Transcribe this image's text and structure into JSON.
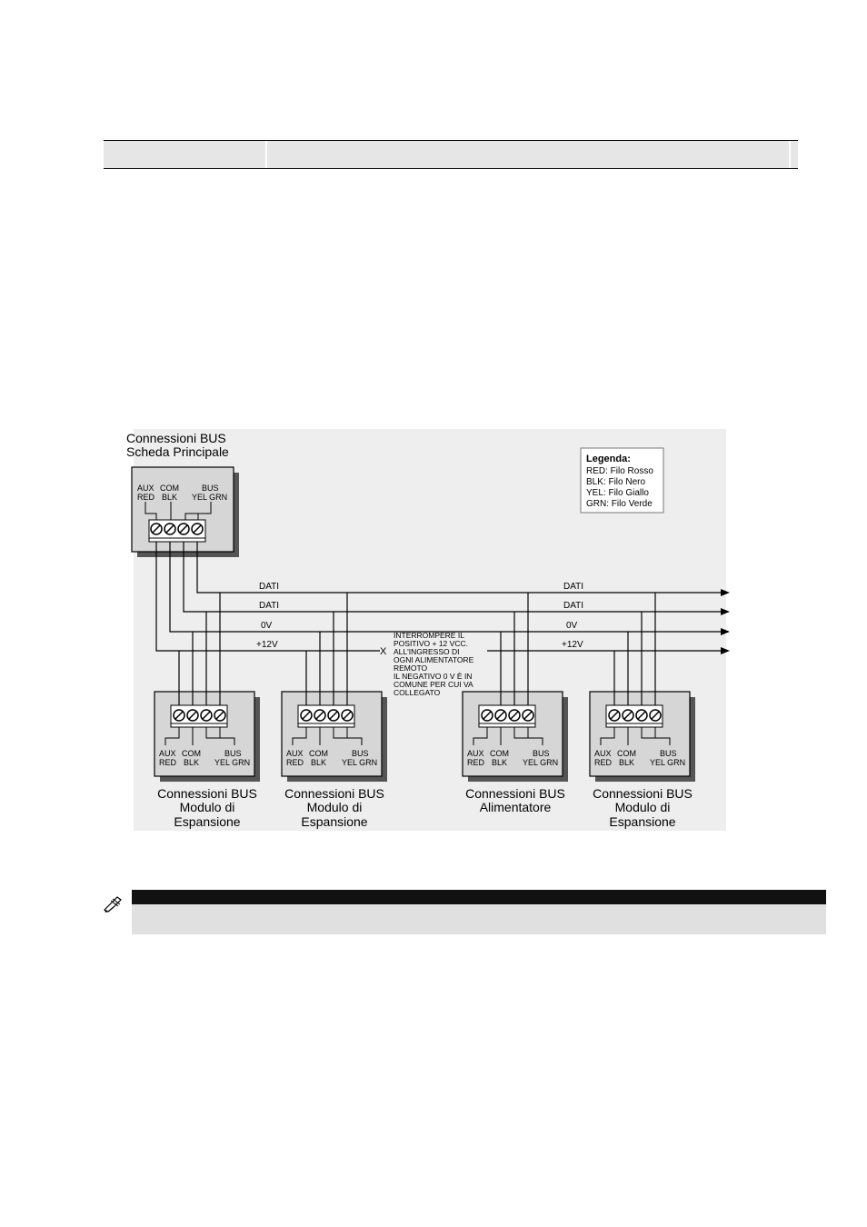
{
  "main_box": {
    "title_line1": "Connessioni BUS",
    "title_line2": "Scheda Principale",
    "top_labels": [
      "AUX",
      "COM",
      "BUS"
    ],
    "bottom_labels": [
      "RED",
      "BLK",
      "YEL GRN"
    ]
  },
  "legend": {
    "title": "Legenda:",
    "items": [
      "RED: Filo Rosso",
      "BLK:  Filo Nero",
      "YEL:  Filo Giallo",
      "GRN: Filo Verde"
    ]
  },
  "bus_lines": {
    "left": [
      "DATI",
      "DATI",
      "0V",
      "+12V"
    ],
    "right": [
      "DATI",
      "DATI",
      "0V",
      "+12V"
    ]
  },
  "break_mark": "X",
  "break_note": [
    "INTERROMPERE IL",
    "POSITIVO + 12 VCC.",
    "ALL'INGRESSO DI",
    "OGNI ALIMENTATORE",
    "REMOTO",
    "IL NEGATIVO 0 V È IN",
    "COMUNE PER CUI VA",
    "COLLEGATO"
  ],
  "module_labels": {
    "top": [
      "AUX",
      "COM",
      "BUS"
    ],
    "bottom": [
      "RED",
      "BLK",
      "YEL GRN"
    ]
  },
  "modules": [
    {
      "line1": "Connessioni BUS",
      "line2": "Modulo di",
      "line3": "Espansione"
    },
    {
      "line1": "Connessioni BUS",
      "line2": "Modulo di",
      "line3": "Espansione"
    },
    {
      "line1": "Connessioni BUS",
      "line2": "Alimentatore",
      "line3": ""
    },
    {
      "line1": "Connessioni BUS",
      "line2": "Modulo di",
      "line3": "Espansione"
    }
  ]
}
